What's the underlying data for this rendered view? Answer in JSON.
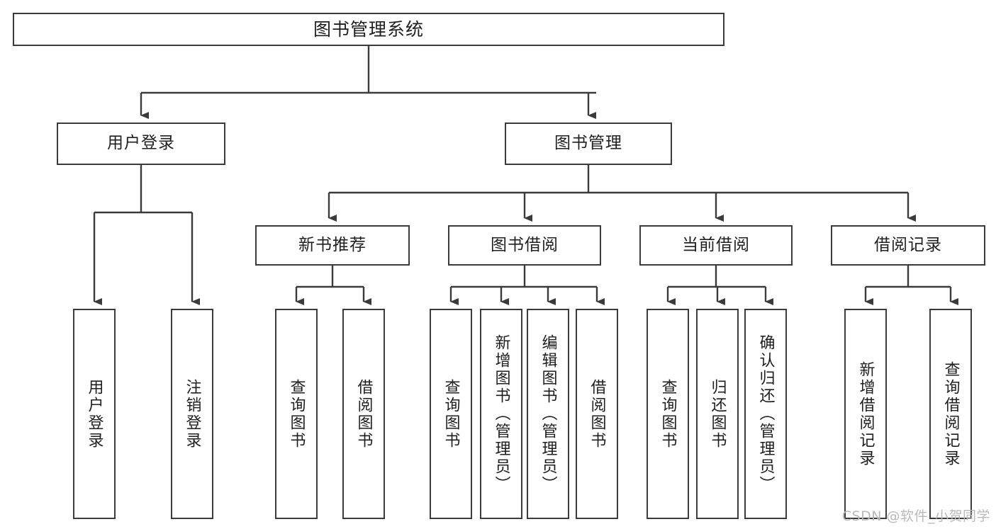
{
  "diagram": {
    "title": "图书管理系统",
    "type": "tree",
    "watermark": "CSDN @软件_小贺同学",
    "colors": {
      "stroke": "#3b3b3b",
      "fill": "#ffffff",
      "text": "#1f1f1f",
      "watermark": "#b9b9b9"
    },
    "root": {
      "label": "图书管理系统"
    },
    "level2": [
      {
        "label": "用户登录"
      },
      {
        "label": "图书管理"
      }
    ],
    "level3": [
      {
        "label": "新书推荐"
      },
      {
        "label": "图书借阅"
      },
      {
        "label": "当前借阅"
      },
      {
        "label": "借阅记录"
      }
    ],
    "leaves": {
      "user_login": [
        {
          "label": "用户登录"
        },
        {
          "label": "注销登录"
        }
      ],
      "new_book": [
        {
          "label": "查询图书"
        },
        {
          "label": "借阅图书"
        }
      ],
      "borrow_book": [
        {
          "label": "查询图书"
        },
        {
          "label": "新增图书（管理员）"
        },
        {
          "label": "编辑图书（管理员）"
        },
        {
          "label": "借阅图书"
        }
      ],
      "current_borrow": [
        {
          "label": "查询图书"
        },
        {
          "label": "归还图书"
        },
        {
          "label": "确认归还（管理员）"
        }
      ],
      "borrow_record": [
        {
          "label": "新增借阅记录"
        },
        {
          "label": "查询借阅记录"
        }
      ]
    }
  }
}
